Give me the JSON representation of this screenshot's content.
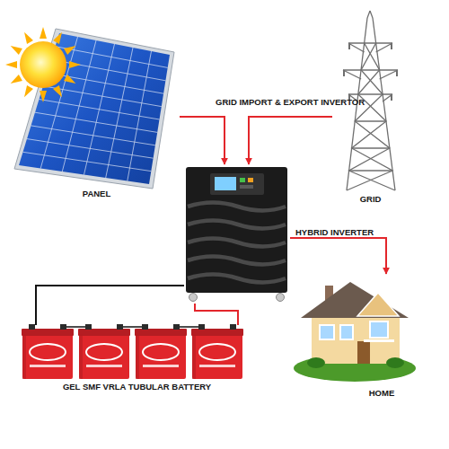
{
  "diagram": {
    "nodes": [
      {
        "text": [
          "PANEL"
        ]
      },
      {
        "text": [
          "GRID"
        ]
      },
      {
        "text": [
          "HYBRID INVERTER"
        ]
      },
      {
        "text": [
          "HOME"
        ]
      },
      {
        "text": [
          "GEL SMF VRLA TUBULAR BATTERY"
        ]
      }
    ],
    "edges": [
      {
        "from": 0,
        "to": 2,
        "arrow": "to"
      },
      {
        "from": 1,
        "to": 2,
        "label": "GRID IMPORT & EXPORT INVERTOR",
        "arrow": "to"
      },
      {
        "from": 2,
        "to": 3,
        "arrow": "to"
      },
      {
        "from": 2,
        "to": 4,
        "arrow": "none"
      },
      {
        "from": 2,
        "to": 4,
        "arrow": "none"
      }
    ]
  }
}
